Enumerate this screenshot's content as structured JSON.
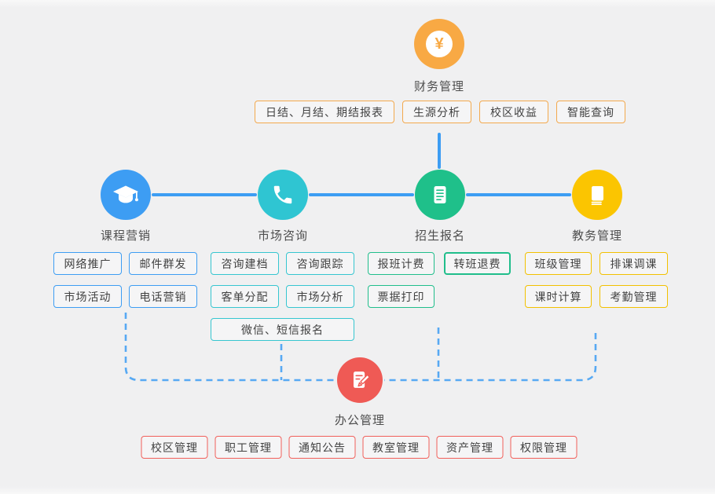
{
  "page": {
    "background": "#f0f0f1"
  },
  "colors": {
    "finance": "#f8a944",
    "course": "#3d9df3",
    "market": "#2fc5d2",
    "enroll": "#1fc08a",
    "academic": "#fbc501",
    "office": "#ef5a55",
    "solid_line": "#3d9df3",
    "dashed_line": "#57a9f3",
    "box_text": "#424242"
  },
  "icons": {
    "yen": "¥",
    "finance": "yen-coin-icon",
    "course": "graduation-cap-icon",
    "market": "phone-icon",
    "enroll": "document-list-icon",
    "academic": "book-icon",
    "office": "document-pen-icon"
  },
  "nodes": {
    "finance": {
      "label": "财务管理"
    },
    "course": {
      "label": "课程营销"
    },
    "market": {
      "label": "市场咨询"
    },
    "enroll": {
      "label": "招生报名"
    },
    "academic": {
      "label": "教务管理"
    },
    "office": {
      "label": "办公管理"
    }
  },
  "finance_items": [
    "日结、月结、期结报表",
    "生源分析",
    "校区收益",
    "智能查询"
  ],
  "course_items": [
    "网络推广",
    "邮件群发",
    "市场活动",
    "电话营销"
  ],
  "market_items": [
    "咨询建档",
    "咨询跟踪",
    "客单分配",
    "市场分析"
  ],
  "market_wide_item": "微信、短信报名",
  "enroll_items": [
    "报班计费",
    "转班退费",
    "票据打印"
  ],
  "academic_items": [
    "班级管理",
    "排课调课",
    "课时计算",
    "考勤管理"
  ],
  "office_items": [
    "校区管理",
    "职工管理",
    "通知公告",
    "教室管理",
    "资产管理",
    "权限管理"
  ]
}
